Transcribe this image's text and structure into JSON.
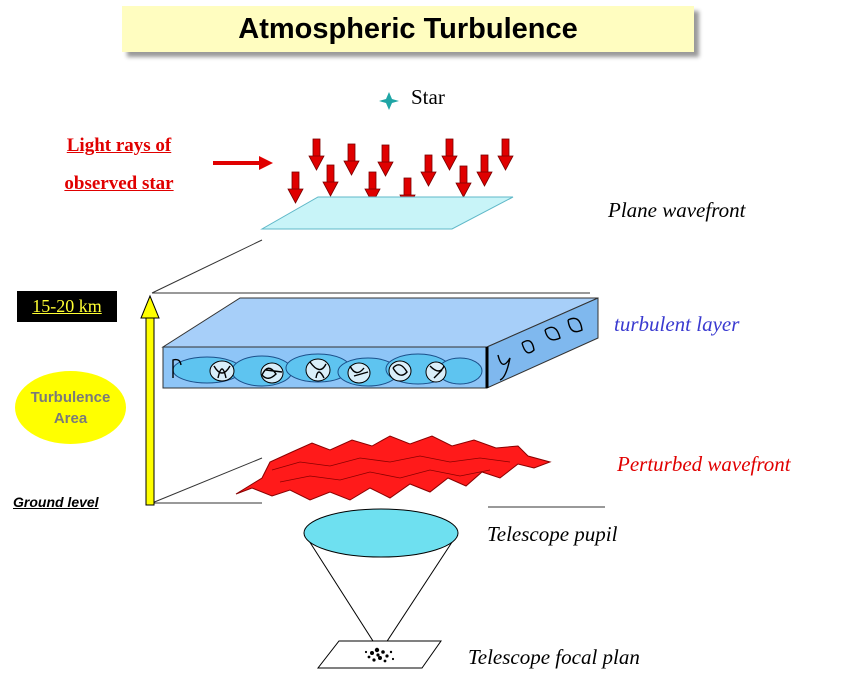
{
  "title": "Atmospheric Turbulence",
  "star_label": "Star",
  "light_rays": {
    "line1": "Light rays of",
    "line2": "observed star"
  },
  "labels": {
    "plane_wavefront": "Plane wavefront",
    "turbulent_layer": "turbulent layer",
    "perturbed_wavefront": "Perturbed wavefront",
    "telescope_pupil": "Telescope pupil",
    "telescope_focal_plan": "Telescope focal plan"
  },
  "altitude": "15-20 km",
  "turbulence_area": {
    "line1": "Turbulence",
    "line2": "Area"
  },
  "ground_level": "Ground level",
  "colors": {
    "title_bg": "#fffdc0",
    "arrow_red": "#e00000",
    "wavefront_fill": "#c8f4f8",
    "layer_blue": "#8ec5f7",
    "bubble_blue": "#5ec4f0",
    "pupil_cyan": "#6ee0f0",
    "altitude_arrow": "#ffff00",
    "turbulence_ellipse": "#ffff00",
    "turbulent_label": "#3a3ad0"
  }
}
